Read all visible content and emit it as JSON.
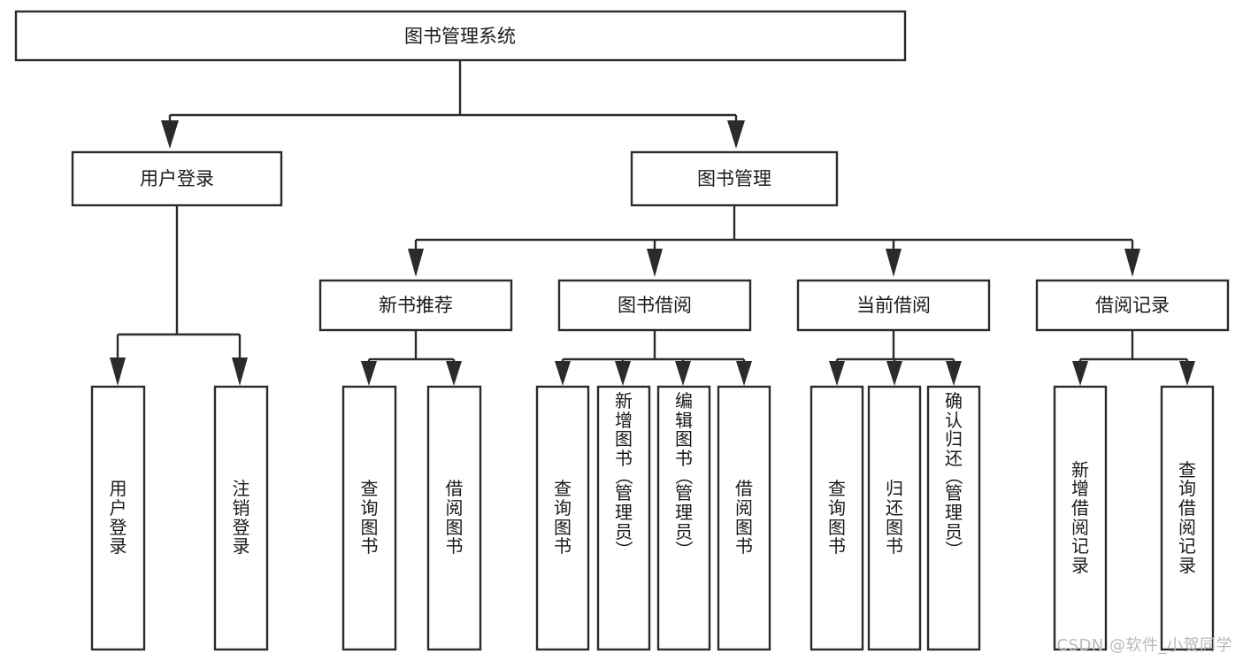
{
  "diagram": {
    "type": "tree-hierarchy",
    "orientation": "top-down",
    "root": {
      "label": "图书管理系统"
    },
    "level2": [
      {
        "label": "用户登录"
      },
      {
        "label": "图书管理"
      }
    ],
    "level3": [
      {
        "label": "新书推荐"
      },
      {
        "label": "图书借阅"
      },
      {
        "label": "当前借阅"
      },
      {
        "label": "借阅记录"
      }
    ],
    "leaves": {
      "user_login": [
        {
          "label": "用户登录"
        },
        {
          "label": "注销登录"
        }
      ],
      "new_book_recommend": [
        {
          "label": "查询图书"
        },
        {
          "label": "借阅图书"
        }
      ],
      "book_borrow": [
        {
          "label": "查询图书"
        },
        {
          "label": "新增图书（管理员）"
        },
        {
          "label": "编辑图书（管理员）"
        },
        {
          "label": "借阅图书"
        }
      ],
      "current_borrow": [
        {
          "label": "查询图书"
        },
        {
          "label": "归还图书"
        },
        {
          "label": "确认归还（管理员）"
        }
      ],
      "borrow_record": [
        {
          "label": "新增借阅记录"
        },
        {
          "label": "查询借阅记录"
        }
      ]
    }
  },
  "watermark": {
    "text": "CSDN @软件_小贺同学"
  },
  "colors": {
    "box_stroke": "#2b2b2b",
    "box_fill": "#ffffff",
    "text": "#1a1a1a",
    "watermark": "#b9b9b9",
    "background": "#ffffff"
  }
}
